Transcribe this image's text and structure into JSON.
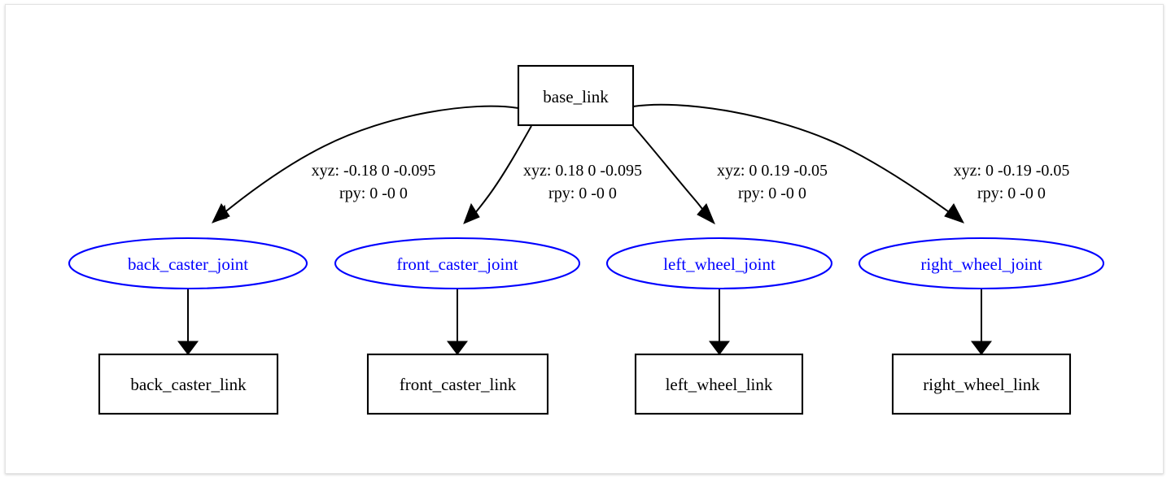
{
  "diagram": {
    "type": "urdf-tree",
    "title": "",
    "background_color": "#ffffff",
    "link_node_color": "#000000",
    "joint_node_color": "#0000ff",
    "edge_color": "#000000",
    "root": {
      "id": "base_link",
      "label": "base_link",
      "shape": "box"
    },
    "joints": [
      {
        "id": "back_caster_joint",
        "label": "back_caster_joint",
        "shape": "ellipse",
        "child_link": "back_caster_link",
        "child_label": "back_caster_link",
        "edge_label_xyz": "xyz: -0.18 0 -0.095",
        "edge_label_rpy": "rpy: 0 -0 0"
      },
      {
        "id": "front_caster_joint",
        "label": "front_caster_joint",
        "shape": "ellipse",
        "child_link": "front_caster_link",
        "child_label": "front_caster_link",
        "edge_label_xyz": "xyz: 0.18 0 -0.095",
        "edge_label_rpy": "rpy: 0 -0 0"
      },
      {
        "id": "left_wheel_joint",
        "label": "left_wheel_joint",
        "shape": "ellipse",
        "child_link": "left_wheel_link",
        "child_label": "left_wheel_link",
        "edge_label_xyz": "xyz: 0 0.19 -0.05",
        "edge_label_rpy": "rpy: 0 -0 0"
      },
      {
        "id": "right_wheel_joint",
        "label": "right_wheel_joint",
        "shape": "ellipse",
        "child_link": "right_wheel_link",
        "child_label": "right_wheel_link",
        "edge_label_xyz": "xyz: 0 -0.19 -0.05",
        "edge_label_rpy": "rpy: 0 -0 0"
      }
    ]
  }
}
